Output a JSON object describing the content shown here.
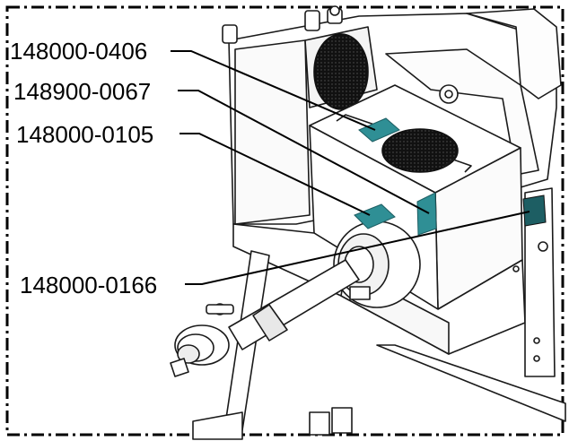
{
  "diagram": {
    "labels": [
      {
        "id": "label-1",
        "text": "148000-0406"
      },
      {
        "id": "label-2",
        "text": "148900-0067"
      },
      {
        "id": "label-3",
        "text": "148000-0105"
      },
      {
        "id": "label-4",
        "text": "148000-0166"
      }
    ],
    "colors": {
      "line": "#1a1a1a",
      "fill": "#ffffff",
      "decal": "#2f8f95",
      "decal_dark": "#1d5e63",
      "speaker": "#111111"
    }
  }
}
